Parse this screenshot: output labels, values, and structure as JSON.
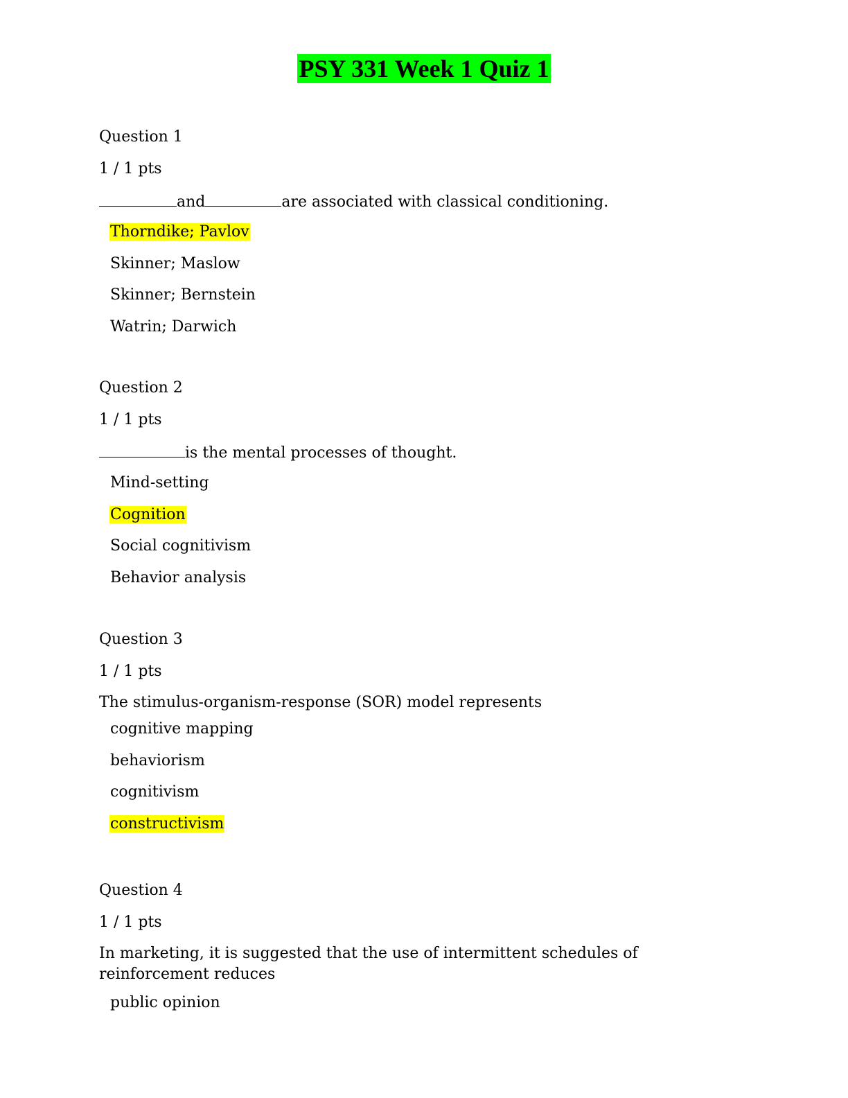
{
  "title": "PSY 331 Week 1 Quiz 1",
  "colors": {
    "title_highlight": "#00ff00",
    "answer_highlight": "#ffff00"
  },
  "questions": [
    {
      "label": "Question 1",
      "points": "1 / 1 pts",
      "prompt_parts": [
        "and",
        "are associated with classical conditioning."
      ],
      "options": [
        {
          "text": "Thorndike; Pavlov",
          "highlighted": true
        },
        {
          "text": "Skinner; Maslow",
          "highlighted": false
        },
        {
          "text": "Skinner; Bernstein",
          "highlighted": false
        },
        {
          "text": "Watrin; Darwich",
          "highlighted": false
        }
      ]
    },
    {
      "label": "Question 2",
      "points": "1 / 1 pts",
      "prompt_parts": [
        "is the mental processes of thought."
      ],
      "options": [
        {
          "text": "Mind-setting",
          "highlighted": false
        },
        {
          "text": "Cognition",
          "highlighted": true
        },
        {
          "text": "Social cognitivism",
          "highlighted": false
        },
        {
          "text": "Behavior analysis",
          "highlighted": false
        }
      ]
    },
    {
      "label": "Question 3",
      "points": "1 / 1 pts",
      "prompt": "The stimulus-organism-response (SOR) model represents",
      "options": [
        {
          "text": "cognitive mapping",
          "highlighted": false
        },
        {
          "text": "behaviorism",
          "highlighted": false
        },
        {
          "text": "cognitivism",
          "highlighted": false
        },
        {
          "text": "constructivism",
          "highlighted": true
        }
      ]
    },
    {
      "label": "Question 4",
      "points": "1 / 1 pts",
      "prompt": "In marketing, it is suggested that the use of intermittent schedules of reinforcement reduces",
      "options": [
        {
          "text": "public opinion",
          "highlighted": false
        }
      ]
    }
  ]
}
